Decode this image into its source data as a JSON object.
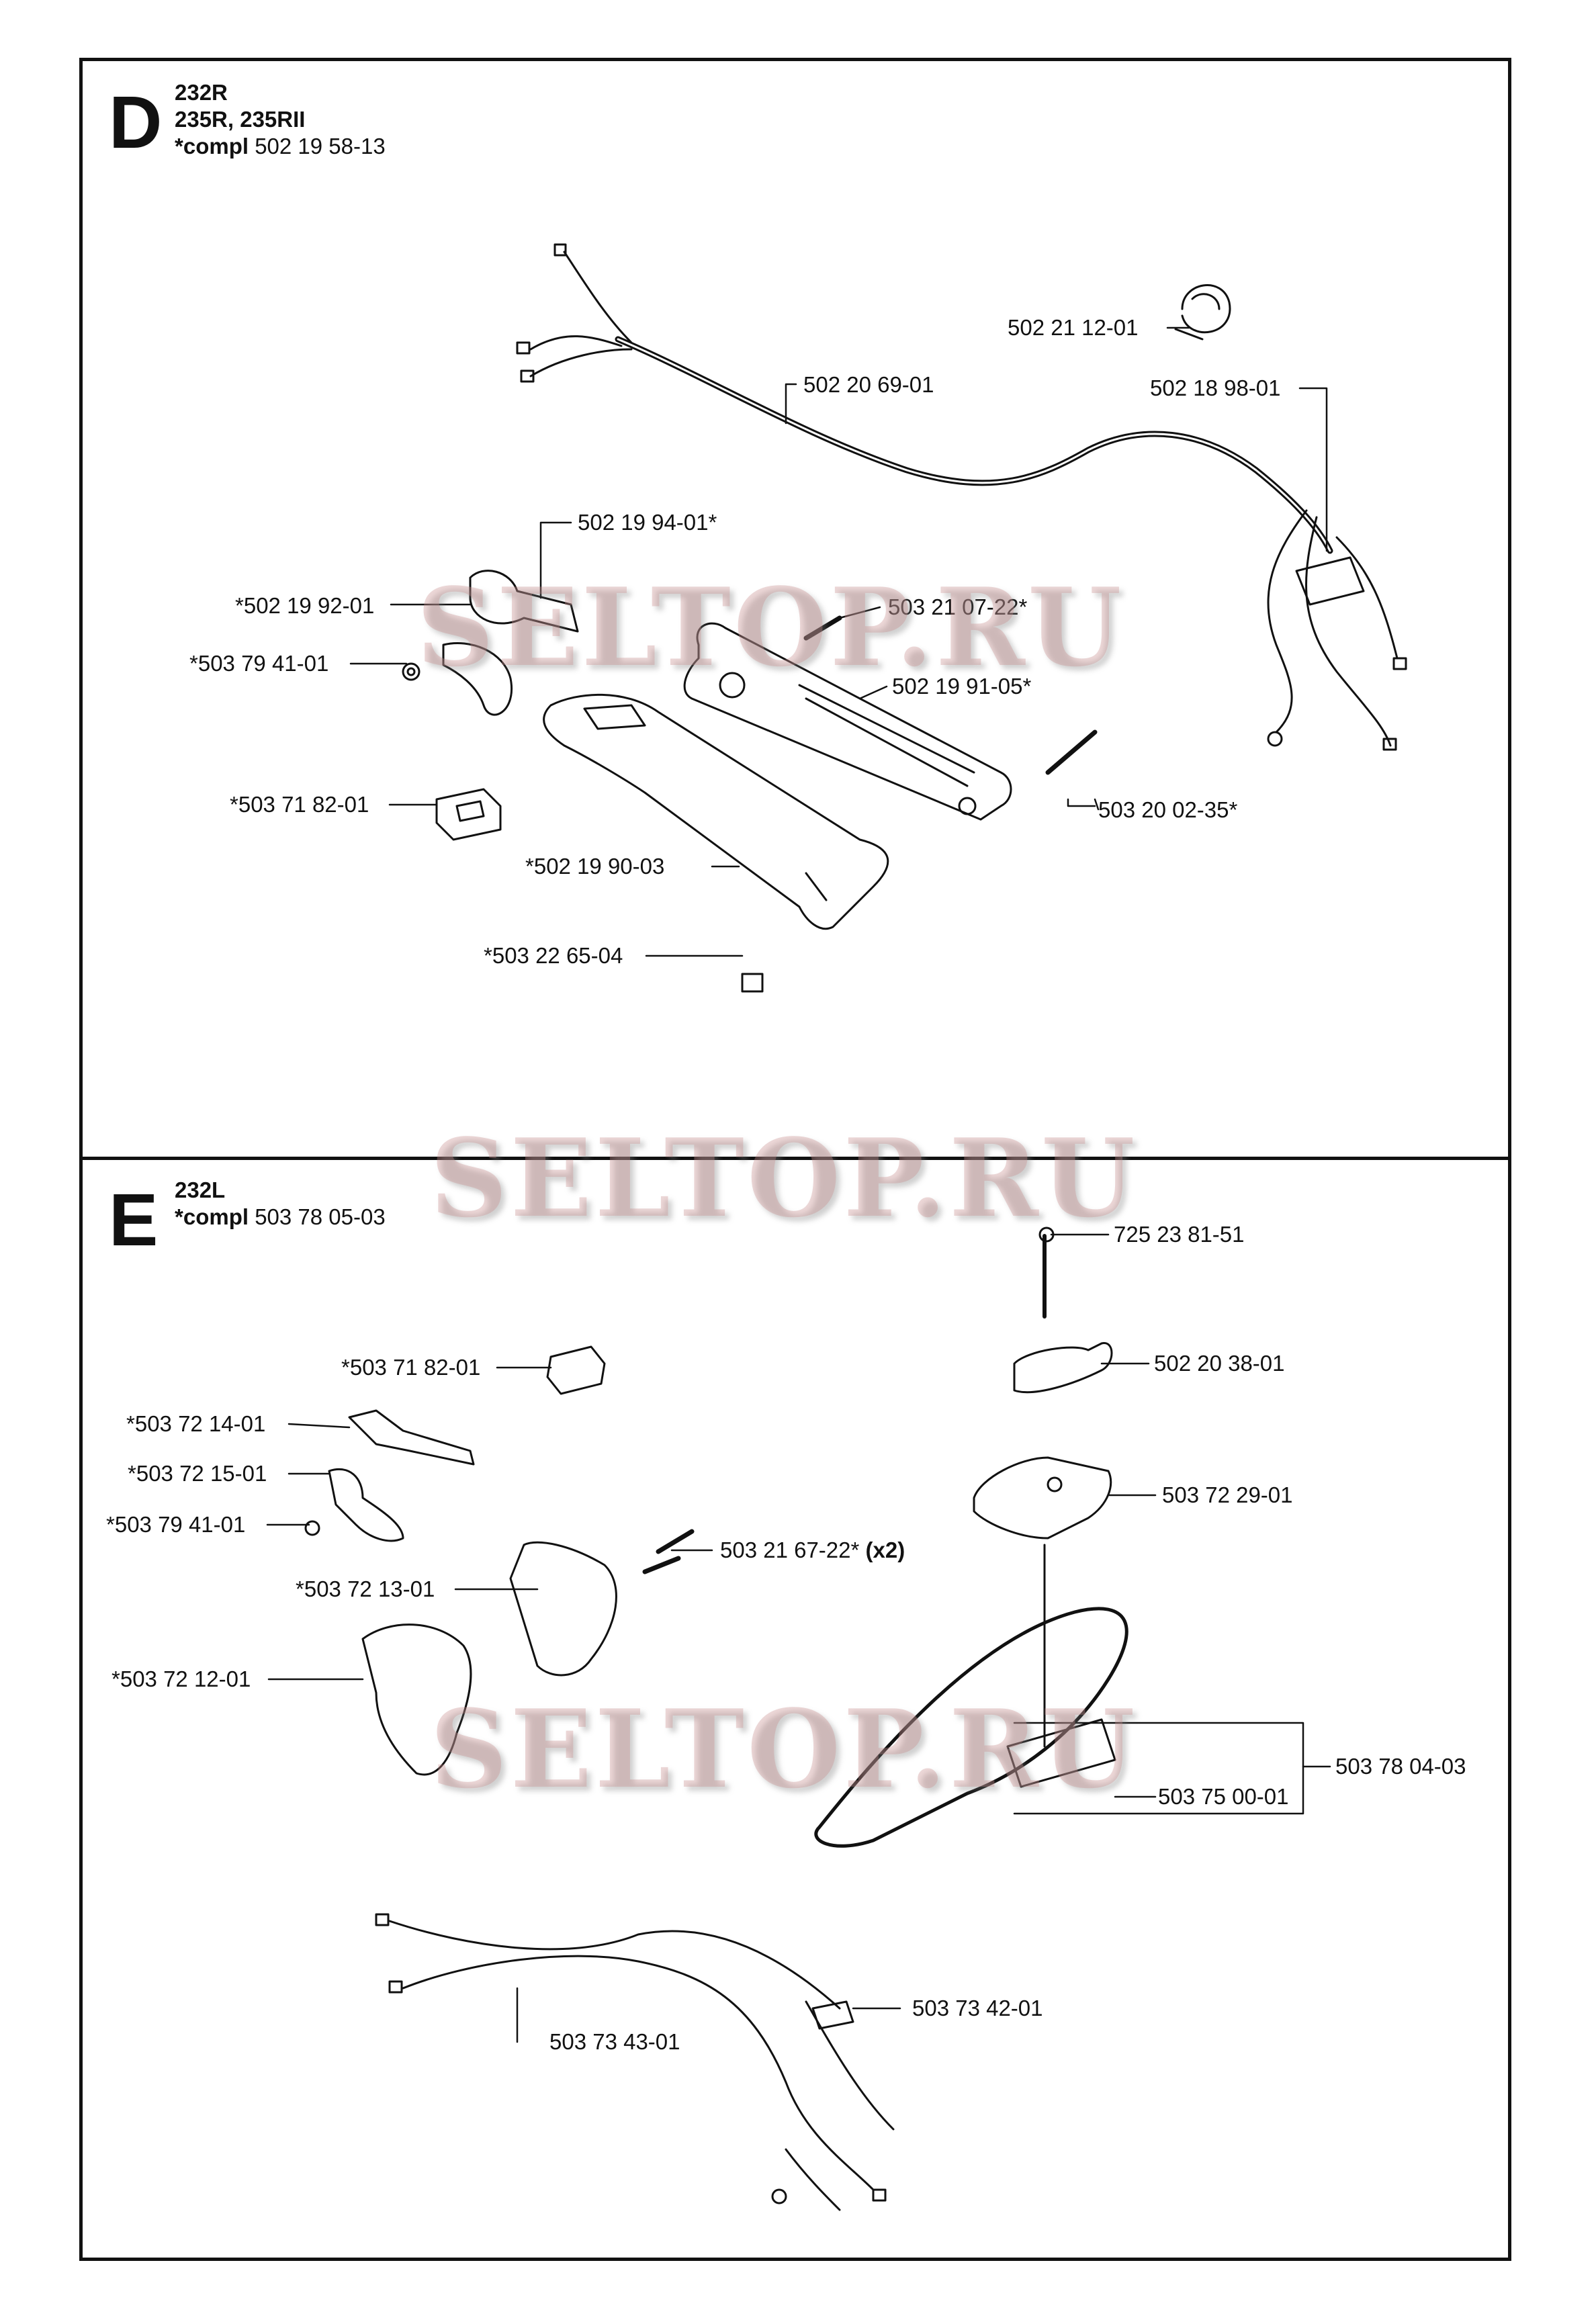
{
  "sections": [
    {
      "letter": "D",
      "models": [
        "232R",
        "235R, 235RII"
      ],
      "compl_prefix": "*compl",
      "compl_number": "502 19 58-13",
      "parts": [
        "502 21 12-01",
        "502 20 69-01",
        "502 18 98-01",
        "502 19 94-01*",
        "*502 19 92-01",
        "503 21 07-22*",
        "*503 79 41-01",
        "502 19 91-05*",
        "*503 71 82-01",
        "503 20 02-35*",
        "*502 19 90-03",
        "*503 22 65-04"
      ]
    },
    {
      "letter": "E",
      "models": [
        "232L"
      ],
      "compl_prefix": "*compl",
      "compl_number": "503 78 05-03",
      "parts": [
        "725 23 81-51",
        "502 20 38-01",
        "*503 71 82-01",
        "*503 72 14-01",
        "503 72 29-01",
        "*503 72 15-01",
        "*503 79 41-01",
        "503 21 67-22*",
        "(x2)",
        "*503 72 13-01",
        "*503 72 12-01",
        "503 78 04-03",
        "503 75 00-01",
        "503 73 42-01",
        "503 73 43-01"
      ]
    }
  ],
  "watermark": "SELTOP.RU"
}
